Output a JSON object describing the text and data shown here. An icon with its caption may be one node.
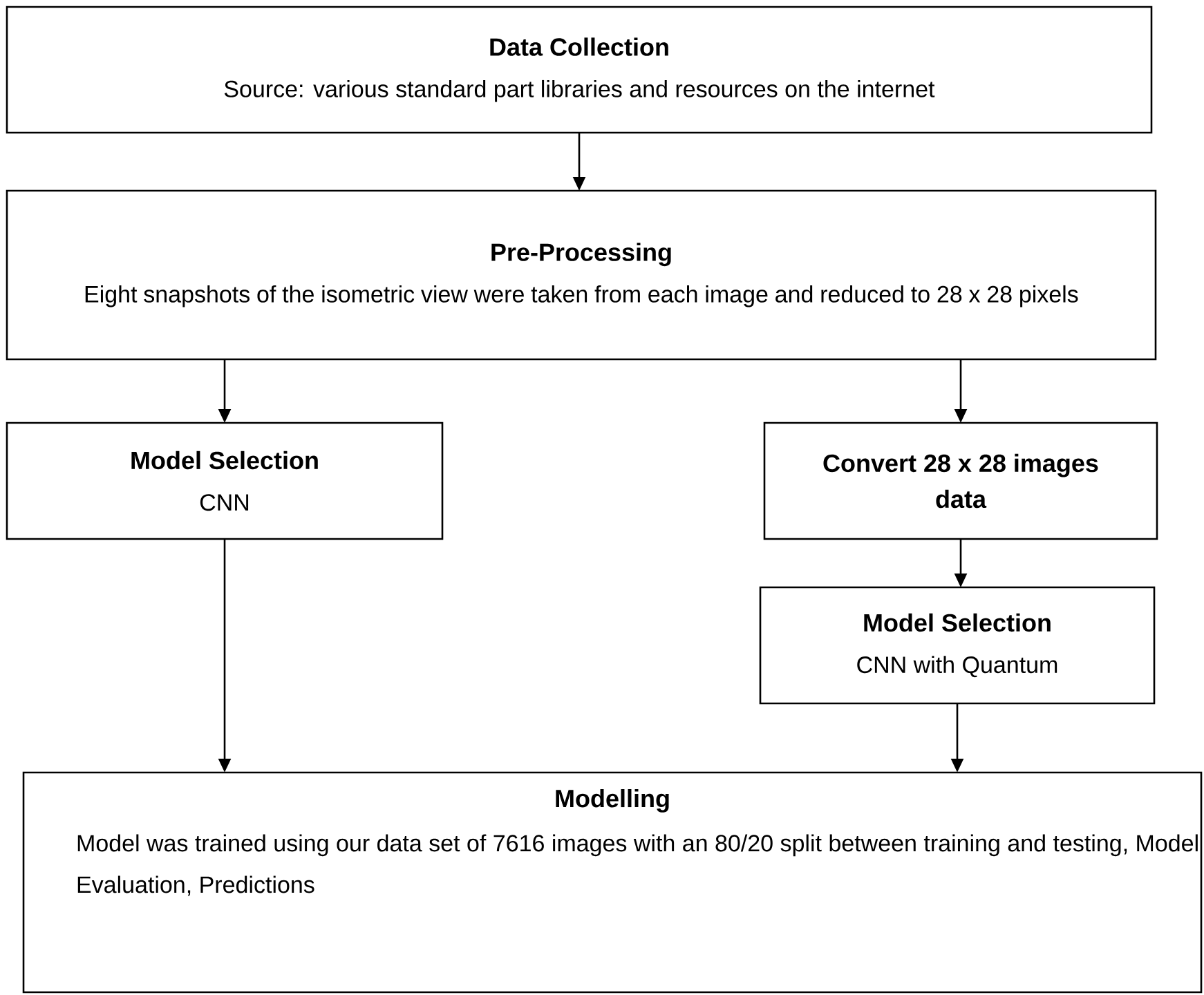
{
  "diagram": {
    "nodes": [
      {
        "text": [
          "Data Collection",
          "Source: various standard part libraries and resources on the internet"
        ]
      },
      {
        "text": [
          "Pre-Processing",
          "Eight snapshots of the isometric view were taken from each image and reduced to 28 x 28 pixels"
        ]
      },
      {
        "text": [
          "Model Selection",
          "CNN"
        ]
      },
      {
        "text": [
          "Convert 28 x 28 images data"
        ]
      },
      {
        "text": [
          "Model Selection",
          "CNN with Quantum"
        ]
      },
      {
        "text": [
          "Modelling",
          "Model was trained using our data set of 7616 images with an 80/20 split between training and testing, Model Evaluation, Predictions"
        ]
      }
    ],
    "edges": [
      {
        "from": 0,
        "to": 1,
        "arrow": "to"
      },
      {
        "from": 1,
        "to": 2,
        "arrow": "to"
      },
      {
        "from": 1,
        "to": 3,
        "arrow": "to"
      },
      {
        "from": 3,
        "to": 4,
        "arrow": "to"
      },
      {
        "from": 2,
        "to": 5,
        "arrow": "to"
      },
      {
        "from": 4,
        "to": 5,
        "arrow": "to"
      }
    ]
  }
}
